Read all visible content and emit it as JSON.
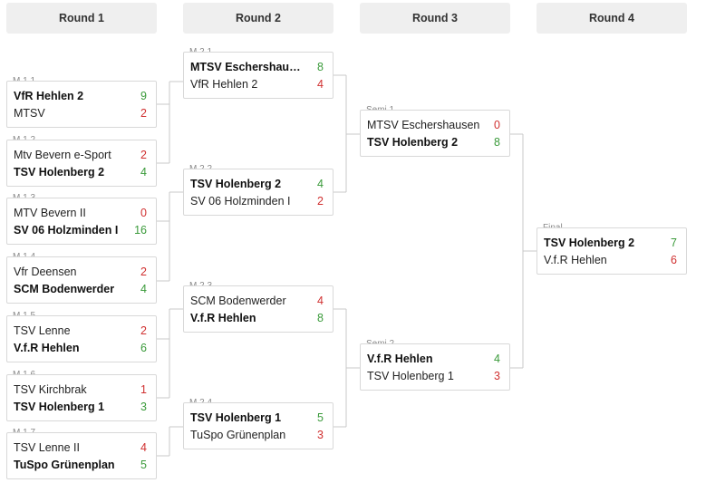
{
  "colors": {
    "win": "#3a9a3a",
    "loss": "#d03030",
    "line": "#c8c8c8",
    "header_bg": "#efefef"
  },
  "rounds": [
    {
      "title": "Round 1",
      "matches": [
        {
          "label": "M 1.1",
          "teams": [
            {
              "name": "VfR Hehlen 2",
              "score": "9",
              "winner": true
            },
            {
              "name": "MTSV",
              "score": "2",
              "winner": false
            }
          ]
        },
        {
          "label": "M 1.2",
          "teams": [
            {
              "name": "Mtv Bevern e-Sport",
              "score": "2",
              "winner": false
            },
            {
              "name": "TSV Holenberg 2",
              "score": "4",
              "winner": true
            }
          ]
        },
        {
          "label": "M 1.3",
          "teams": [
            {
              "name": "MTV Bevern II",
              "score": "0",
              "winner": false
            },
            {
              "name": "SV 06 Holzminden I",
              "score": "16",
              "winner": true
            }
          ]
        },
        {
          "label": "M 1.4",
          "teams": [
            {
              "name": "Vfr Deensen",
              "score": "2",
              "winner": false
            },
            {
              "name": "SCM Bodenwerder",
              "score": "4",
              "winner": true
            }
          ]
        },
        {
          "label": "M 1.5",
          "teams": [
            {
              "name": "TSV Lenne",
              "score": "2",
              "winner": false
            },
            {
              "name": "V.f.R Hehlen",
              "score": "6",
              "winner": true
            }
          ]
        },
        {
          "label": "M 1.6",
          "teams": [
            {
              "name": "TSV Kirchbrak",
              "score": "1",
              "winner": false
            },
            {
              "name": "TSV Holenberg 1",
              "score": "3",
              "winner": true
            }
          ]
        },
        {
          "label": "M 1.7",
          "teams": [
            {
              "name": "TSV Lenne II",
              "score": "4",
              "winner": false
            },
            {
              "name": "TuSpo Grünenplan",
              "score": "5",
              "winner": true
            }
          ]
        }
      ]
    },
    {
      "title": "Round 2",
      "matches": [
        {
          "label": "M 2.1",
          "teams": [
            {
              "name": "MTSV Eschershausen",
              "score": "8",
              "winner": true
            },
            {
              "name": "VfR Hehlen 2",
              "score": "4",
              "winner": false
            }
          ]
        },
        {
          "label": "M 2.2",
          "teams": [
            {
              "name": "TSV Holenberg 2",
              "score": "4",
              "winner": true
            },
            {
              "name": "SV 06 Holzminden I",
              "score": "2",
              "winner": false
            }
          ]
        },
        {
          "label": "M 2.3",
          "teams": [
            {
              "name": "SCM Bodenwerder",
              "score": "4",
              "winner": false
            },
            {
              "name": "V.f.R Hehlen",
              "score": "8",
              "winner": true
            }
          ]
        },
        {
          "label": "M 2.4",
          "teams": [
            {
              "name": "TSV Holenberg 1",
              "score": "5",
              "winner": true
            },
            {
              "name": "TuSpo Grünenplan",
              "score": "3",
              "winner": false
            }
          ]
        }
      ]
    },
    {
      "title": "Round 3",
      "matches": [
        {
          "label": "Semi 1",
          "teams": [
            {
              "name": "MTSV Eschershausen",
              "score": "0",
              "winner": false
            },
            {
              "name": "TSV Holenberg 2",
              "score": "8",
              "winner": true
            }
          ]
        },
        {
          "label": "Semi 2",
          "teams": [
            {
              "name": "V.f.R Hehlen",
              "score": "4",
              "winner": true
            },
            {
              "name": "TSV Holenberg 1",
              "score": "3",
              "winner": false
            }
          ]
        }
      ]
    },
    {
      "title": "Round 4",
      "matches": [
        {
          "label": "Final",
          "teams": [
            {
              "name": "TSV Holenberg 2",
              "score": "7",
              "winner": true
            },
            {
              "name": "V.f.R Hehlen",
              "score": "6",
              "winner": false
            }
          ]
        }
      ]
    }
  ]
}
